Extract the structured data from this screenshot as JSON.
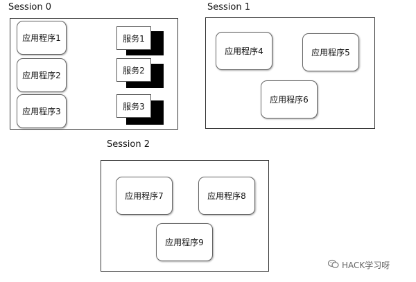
{
  "sessions": [
    {
      "label": "Session 0"
    },
    {
      "label": "Session 1"
    },
    {
      "label": "Session 2"
    }
  ],
  "apps": [
    "应用程序1",
    "应用程序2",
    "应用程序3",
    "应用程序4",
    "应用程序5",
    "应用程序6",
    "应用程序7",
    "应用程序8",
    "应用程序9"
  ],
  "services": [
    "服务1",
    "服务2",
    "服务3"
  ],
  "watermark": {
    "text": "HACK学习呀",
    "icon": "wechat-icon"
  }
}
